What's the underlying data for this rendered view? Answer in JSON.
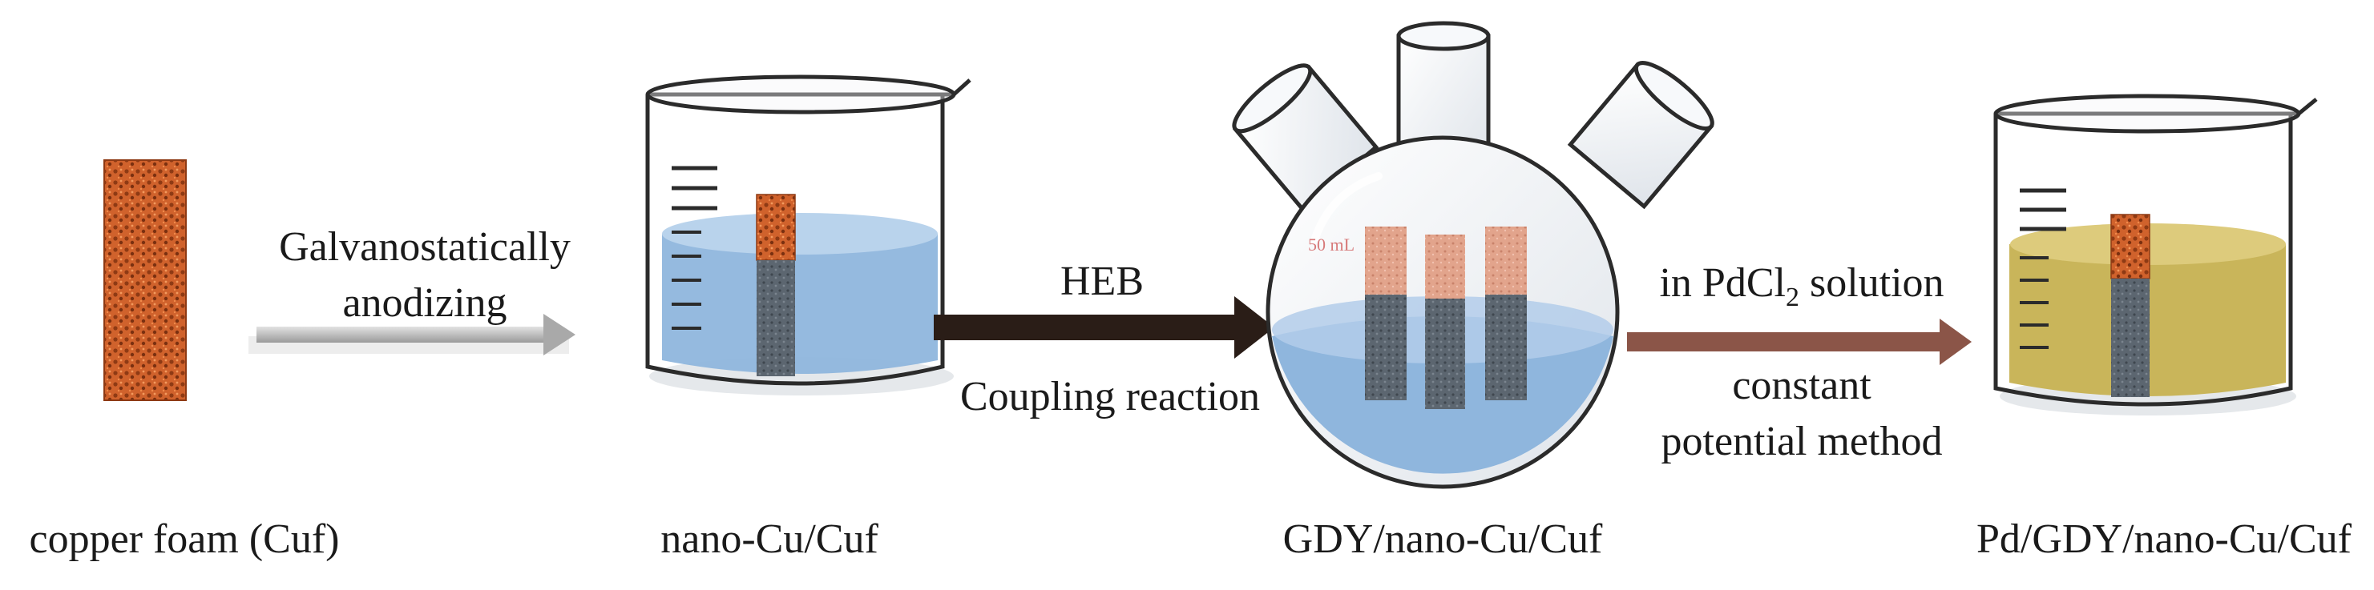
{
  "stages": [
    {
      "label": "copper foam (Cuf)"
    },
    {
      "label": "nano-Cu/Cuf"
    },
    {
      "label": "GDY/nano-Cu/Cuf"
    },
    {
      "label": "Pd/GDY/nano-Cu/Cuf"
    }
  ],
  "steps": [
    {
      "line1": "Galvanostatically",
      "line2": "anodizing",
      "arrow_color": "#b8b8b8"
    },
    {
      "line1": "HEB",
      "line2": "Coupling reaction",
      "arrow_color": "#2a1d17"
    },
    {
      "line1_prefix": "in PdCl",
      "line1_sub": "2",
      "line1_suffix": " solution",
      "line2": "constant",
      "line3": "potential method",
      "arrow_color": "#8b5548"
    }
  ],
  "flask_volume_mark": "50 mL",
  "colors": {
    "copper": "#c85a26",
    "copper_dark": "#8e3a14",
    "blue_solution": "#8fb6dd",
    "yellow_solution": "#c9b55a",
    "glass": "#f4f6f8",
    "outline": "#2b2b2b"
  }
}
